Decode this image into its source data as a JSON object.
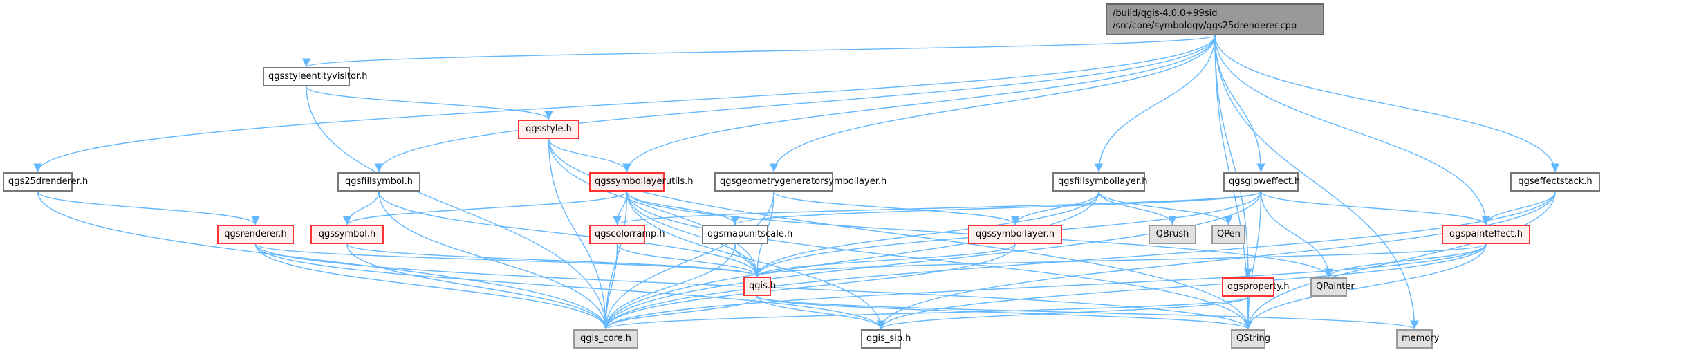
{
  "graph": {
    "edge_color": "#63b8ff",
    "root": {
      "line1": "/build/qgis-4.0.0+99sid",
      "line2": "/src/core/symbology/qgs25drenderer.cpp"
    },
    "nodes": {
      "qgsstyleentityvisitor": {
        "label": "qgsstyleentityvisitor.h",
        "kind": "normal"
      },
      "qgs25drenderer": {
        "label": "qgs25drenderer.h",
        "kind": "normal"
      },
      "qgsstyle": {
        "label": "qgsstyle.h",
        "kind": "red"
      },
      "qgsfillsymbol": {
        "label": "qgsfillsymbol.h",
        "kind": "normal"
      },
      "qgssymbollayerutils": {
        "label": "qgssymbollayerutils.h",
        "kind": "red"
      },
      "qgsgeometrygeneratorsymbollayer": {
        "label": "qgsgeometrygeneratorsymbollayer.h",
        "kind": "normal"
      },
      "qgsfillsymbollayer": {
        "label": "qgsfillsymbollayer.h",
        "kind": "normal"
      },
      "qgsgloweffect": {
        "label": "qgsgloweffect.h",
        "kind": "normal"
      },
      "qgseffectstack": {
        "label": "qgseffectstack.h",
        "kind": "normal"
      },
      "qgsrenderer": {
        "label": "qgsrenderer.h",
        "kind": "red"
      },
      "qgssymbol": {
        "label": "qgssymbol.h",
        "kind": "red"
      },
      "qgscolorramp": {
        "label": "qgscolorramp.h",
        "kind": "red"
      },
      "qgsmapunitscale": {
        "label": "qgsmapunitscale.h",
        "kind": "normal"
      },
      "qgssymbollayer": {
        "label": "qgssymbollayer.h",
        "kind": "red"
      },
      "qgspainteffect": {
        "label": "qgspainteffect.h",
        "kind": "red"
      },
      "QBrush": {
        "label": "QBrush",
        "kind": "ext"
      },
      "QPen": {
        "label": "QPen",
        "kind": "ext"
      },
      "qgis": {
        "label": "qgis.h",
        "kind": "red"
      },
      "qgsproperty": {
        "label": "qgsproperty.h",
        "kind": "red"
      },
      "QPainter": {
        "label": "QPainter",
        "kind": "ext"
      },
      "qgis_core": {
        "label": "qgis_core.h",
        "kind": "ext"
      },
      "qgis_sip": {
        "label": "qgis_sip.h",
        "kind": "normal"
      },
      "QString": {
        "label": "QString",
        "kind": "ext"
      },
      "memory": {
        "label": "memory",
        "kind": "ext"
      }
    },
    "edges": [
      [
        "root",
        "qgsstyleentityvisitor"
      ],
      [
        "root",
        "qgs25drenderer"
      ],
      [
        "root",
        "qgsfillsymbol"
      ],
      [
        "root",
        "qgssymbollayerutils"
      ],
      [
        "root",
        "qgsgeometrygeneratorsymbollayer"
      ],
      [
        "root",
        "qgsfillsymbollayer"
      ],
      [
        "root",
        "qgsgloweffect"
      ],
      [
        "root",
        "qgseffectstack"
      ],
      [
        "root",
        "qgspainteffect"
      ],
      [
        "root",
        "qgsproperty"
      ],
      [
        "root",
        "QString"
      ],
      [
        "root",
        "memory"
      ],
      [
        "qgsstyleentityvisitor",
        "qgsstyle"
      ],
      [
        "qgsstyleentityvisitor",
        "qgis_core"
      ],
      [
        "qgsstyle",
        "qgssymbollayerutils"
      ],
      [
        "qgsstyle",
        "qgis_core"
      ],
      [
        "qgsstyle",
        "qgis"
      ],
      [
        "qgsstyle",
        "QString"
      ],
      [
        "qgs25drenderer",
        "qgsrenderer"
      ],
      [
        "qgs25drenderer",
        "qgis_core"
      ],
      [
        "qgsfillsymbol",
        "qgssymbol"
      ],
      [
        "qgsfillsymbol",
        "qgis_core"
      ],
      [
        "qgsfillsymbol",
        "qgis"
      ],
      [
        "qgssymbollayerutils",
        "qgssymbol"
      ],
      [
        "qgssymbollayerutils",
        "qgscolorramp"
      ],
      [
        "qgssymbollayerutils",
        "qgsmapunitscale"
      ],
      [
        "qgssymbollayerutils",
        "qgis"
      ],
      [
        "qgssymbollayerutils",
        "qgis_core"
      ],
      [
        "qgssymbollayerutils",
        "QString"
      ],
      [
        "qgssymbollayerutils",
        "QPainter"
      ],
      [
        "qgssymbollayerutils",
        "qgis_sip"
      ],
      [
        "qgsgeometrygeneratorsymbollayer",
        "qgssymbollayer"
      ],
      [
        "qgsgeometrygeneratorsymbollayer",
        "qgis"
      ],
      [
        "qgsgeometrygeneratorsymbollayer",
        "qgis_core"
      ],
      [
        "qgsfillsymbollayer",
        "qgssymbollayer"
      ],
      [
        "qgsfillsymbollayer",
        "QBrush"
      ],
      [
        "qgsfillsymbollayer",
        "QPen"
      ],
      [
        "qgsfillsymbollayer",
        "qgis"
      ],
      [
        "qgsfillsymbollayer",
        "qgis_core"
      ],
      [
        "qgsgloweffect",
        "qgspainteffect"
      ],
      [
        "qgsgloweffect",
        "qgscolorramp"
      ],
      [
        "qgsgloweffect",
        "qgsmapunitscale"
      ],
      [
        "qgsgloweffect",
        "QPainter"
      ],
      [
        "qgsgloweffect",
        "QString"
      ],
      [
        "qgsgloweffect",
        "qgis_core"
      ],
      [
        "qgsgloweffect",
        "qgis"
      ],
      [
        "qgseffectstack",
        "qgspainteffect"
      ],
      [
        "qgseffectstack",
        "qgis_core"
      ],
      [
        "qgseffectstack",
        "QString"
      ],
      [
        "qgseffectstack",
        "qgis_sip"
      ],
      [
        "qgsrenderer",
        "qgis"
      ],
      [
        "qgsrenderer",
        "qgis_core"
      ],
      [
        "qgsrenderer",
        "QString"
      ],
      [
        "qgsrenderer",
        "qgis_sip"
      ],
      [
        "qgssymbol",
        "qgis"
      ],
      [
        "qgssymbol",
        "qgis_core"
      ],
      [
        "qgscolorramp",
        "qgis"
      ],
      [
        "qgscolorramp",
        "qgis_core"
      ],
      [
        "qgsmapunitscale",
        "qgis"
      ],
      [
        "qgsmapunitscale",
        "qgis_core"
      ],
      [
        "qgssymbollayer",
        "qgis"
      ],
      [
        "qgssymbollayer",
        "qgis_core"
      ],
      [
        "qgspainteffect",
        "qgis"
      ],
      [
        "qgspainteffect",
        "QPainter"
      ],
      [
        "qgspainteffect",
        "qgis_core"
      ],
      [
        "qgspainteffect",
        "qgis_sip"
      ],
      [
        "qgspainteffect",
        "QString"
      ],
      [
        "qgis",
        "qgis_core"
      ],
      [
        "qgis",
        "qgis_sip"
      ],
      [
        "qgis",
        "QString"
      ],
      [
        "qgis",
        "memory"
      ],
      [
        "qgsproperty",
        "qgis_core"
      ],
      [
        "qgsproperty",
        "QString"
      ],
      [
        "qgsproperty",
        "qgis_sip"
      ]
    ]
  }
}
